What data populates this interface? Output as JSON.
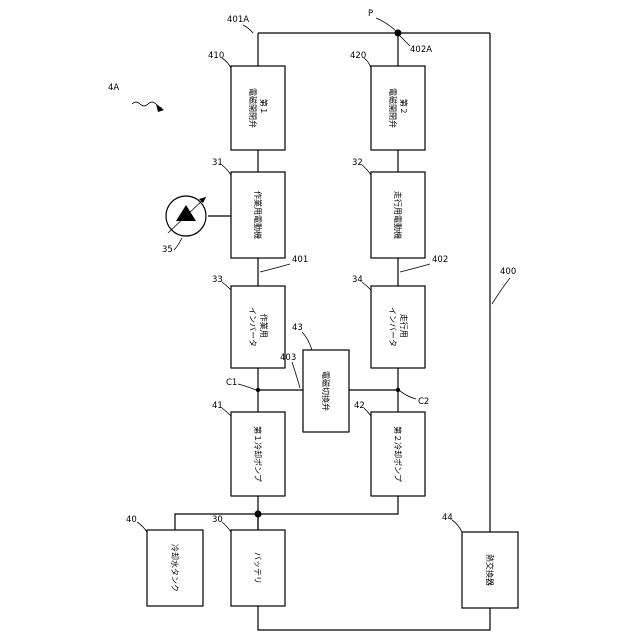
{
  "figure_label": "4A",
  "node_label": "P",
  "blocks": {
    "valve1": {
      "ref": "410",
      "lines": [
        "第１",
        "電磁開閉弁"
      ]
    },
    "valve2": {
      "ref": "420",
      "lines": [
        "第２",
        "電磁開閉弁"
      ]
    },
    "motor_work": {
      "ref": "31",
      "lines": [
        "作業用電動機"
      ]
    },
    "motor_travel": {
      "ref": "32",
      "lines": [
        "走行用電動機"
      ]
    },
    "inverter_work": {
      "ref": "33",
      "lines": [
        "作業用",
        "インバータ"
      ]
    },
    "inverter_travel": {
      "ref": "34",
      "lines": [
        "走行用",
        "インバータ"
      ]
    },
    "switch_valve": {
      "ref": "43",
      "lines": [
        "電磁切換弁"
      ]
    },
    "pump1": {
      "ref": "41",
      "lines": [
        "第１冷却ポンプ"
      ]
    },
    "pump2": {
      "ref": "42",
      "lines": [
        "第２冷却ポンプ"
      ]
    },
    "tank": {
      "ref": "40",
      "lines": [
        "冷却水タンク"
      ]
    },
    "battery": {
      "ref": "30",
      "lines": [
        "バッテリ"
      ]
    },
    "heat_exchanger": {
      "ref": "44",
      "lines": [
        "熱交換器"
      ]
    }
  },
  "refs": {
    "pipe_401A": "401A",
    "pipe_402A": "402A",
    "pipe_401": "401",
    "pipe_402": "402",
    "pipe_403": "403",
    "pipe_400": "400",
    "hydraulic_pump": "35",
    "node_c1": "C1",
    "node_c2": "C2"
  }
}
